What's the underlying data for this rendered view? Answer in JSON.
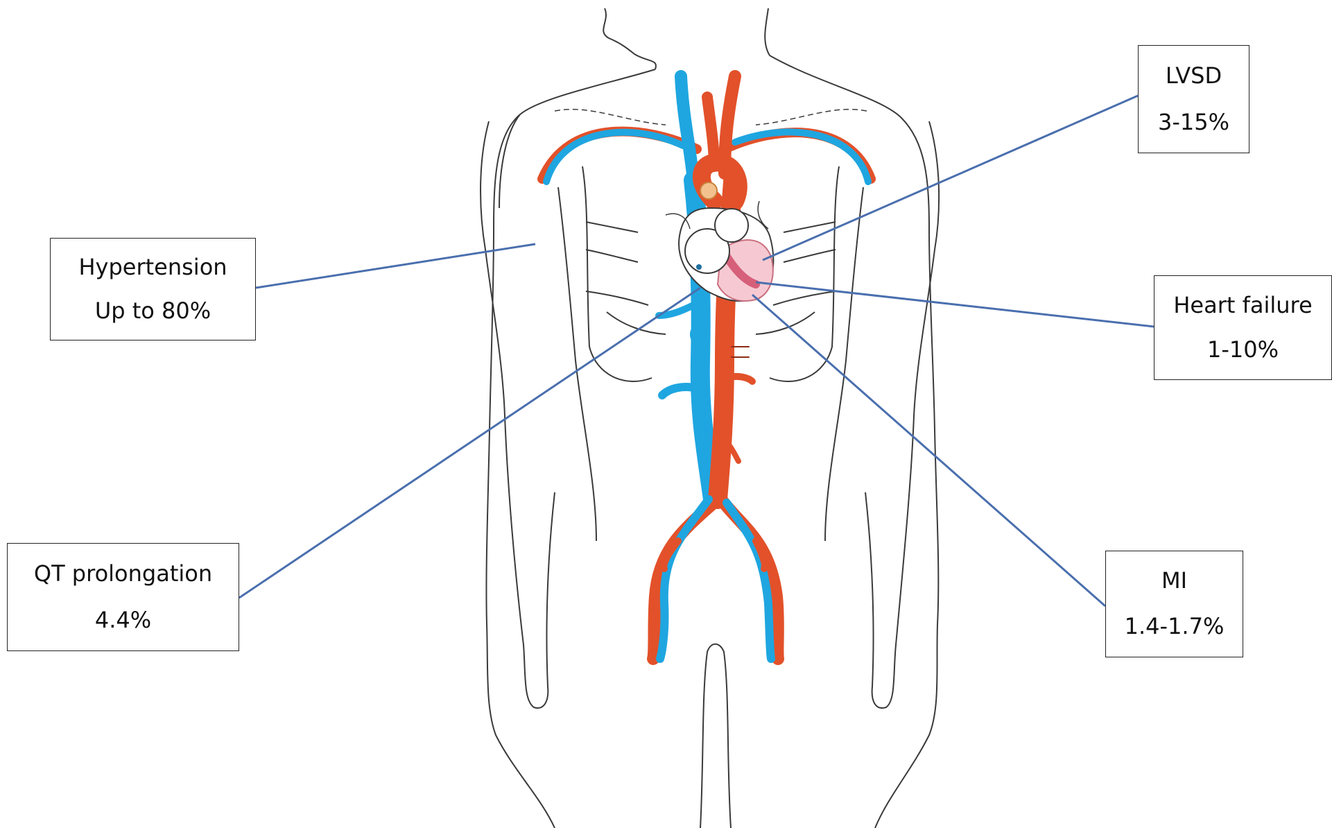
{
  "colors": {
    "artery": "#e2512a",
    "vein": "#1fa6e0",
    "leader_line": "#4a6fae",
    "outline": "#3a3a3a",
    "heart_fill": "#f6c9d2"
  },
  "labels": {
    "lvsd": {
      "name": "LVSD",
      "value": "3-15%"
    },
    "hypertension": {
      "name": "Hypertension",
      "value": "Up to 80%"
    },
    "heart_failure": {
      "name": "Heart failure",
      "value": "1-10%"
    },
    "qt_prolongation": {
      "name": "QT prolongation",
      "value": "4.4%"
    },
    "mi": {
      "name": "MI",
      "value": "1.4-1.7%"
    }
  }
}
